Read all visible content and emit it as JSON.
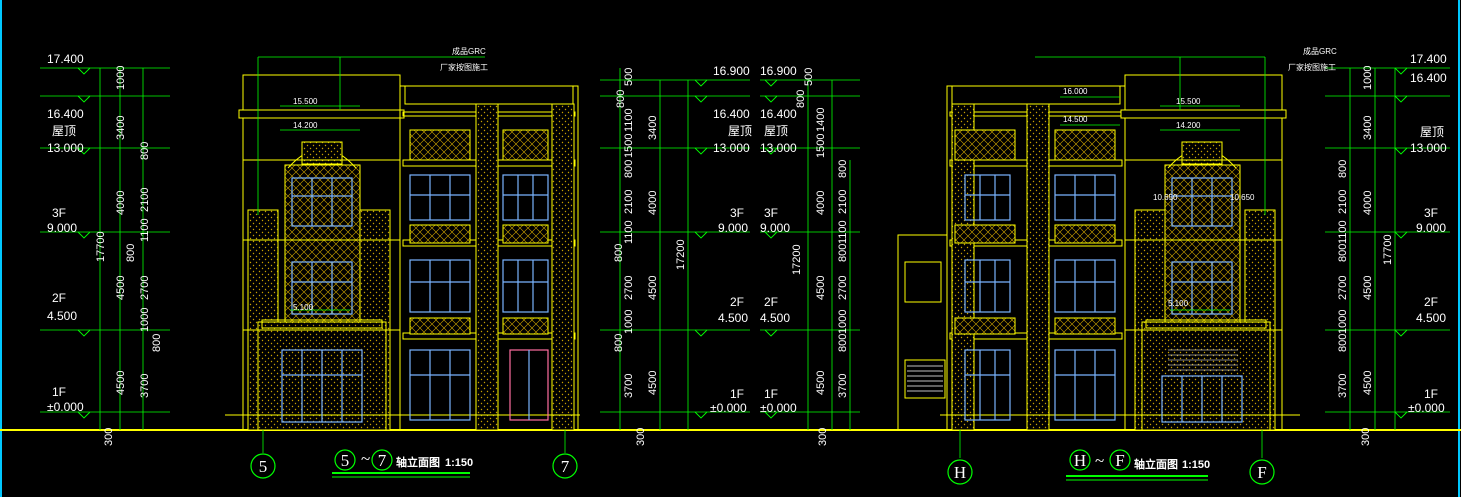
{
  "colors": {
    "background": "#000000",
    "level_text": "#ffffff",
    "dimension": "#00ff00",
    "building_outline": "#ffff00",
    "fill_hatch": "#c8a000",
    "window": "#7ab4ff",
    "title": "#ffffff",
    "viewport_border": "#00c8ff"
  },
  "left_elevation": {
    "title_prefix": "5",
    "title_sep": "~",
    "title_suffix": "7",
    "title_text": "轴立面图",
    "scale": "1:150",
    "axis_left": "5",
    "axis_right": "7",
    "note_grc": "成品GRC",
    "note_factory": "厂家按图施工",
    "elev_15500": "15.500",
    "elev_14200": "14.200",
    "elev_5100": "5.100",
    "left_levels": [
      {
        "value": "17.400",
        "label": ""
      },
      {
        "value": "16.400",
        "label": ""
      },
      {
        "value": "13.000",
        "label": "屋顶"
      },
      {
        "value": "9.000",
        "label": "3F"
      },
      {
        "value": "4.500",
        "label": "2F"
      },
      {
        "value": "±0.000",
        "label": "1F"
      }
    ],
    "left_dims_outer": [
      "1000",
      "3400",
      "4000",
      "4500",
      "4500"
    ],
    "left_dims_mid": [
      "800",
      "2100",
      "1100",
      "800",
      "2700",
      "1000",
      "800",
      "3700"
    ],
    "left_total": "17700",
    "left_base": "300",
    "right_levels": [
      {
        "value": "16.900",
        "label": ""
      },
      {
        "value": "16.400",
        "label": ""
      },
      {
        "value": "13.000",
        "label": "屋顶"
      },
      {
        "value": "9.000",
        "label": "3F"
      },
      {
        "value": "4.500",
        "label": "2F"
      },
      {
        "value": "±0.000",
        "label": "1F"
      }
    ],
    "right_dims_inner": [
      "500",
      "800",
      "1100",
      "1500",
      "800",
      "2100",
      "1100",
      "800",
      "2700",
      "1000",
      "800",
      "3700"
    ],
    "right_dims_outer": [
      "3400",
      "4000",
      "4500",
      "4500"
    ],
    "right_total": "17200",
    "right_base": "300"
  },
  "right_elevation": {
    "title_prefix": "H",
    "title_sep": "~",
    "title_suffix": "F",
    "title_text": "轴立面图",
    "scale": "1:150",
    "axis_left": "H",
    "axis_right": "F",
    "note_grc": "成品GRC",
    "note_factory": "厂家按图施工",
    "elev_16000": "16.000",
    "elev_15500": "15.500",
    "elev_14500": "14.500",
    "elev_14200": "14.200",
    "elev_10650a": "10.650",
    "elev_10650b": "10.650",
    "elev_5100": "5.100",
    "left_levels": [
      {
        "value": "16.900",
        "label": ""
      },
      {
        "value": "16.400",
        "label": ""
      },
      {
        "value": "13.000",
        "label": "屋顶"
      },
      {
        "value": "9.000",
        "label": "3F"
      },
      {
        "value": "4.500",
        "label": "2F"
      },
      {
        "value": "±0.000",
        "label": "1F"
      }
    ],
    "left_dims_inner": [
      "500",
      "800",
      "1400",
      "1500",
      "800",
      "2100",
      "1100",
      "800",
      "2700",
      "1000",
      "800",
      "3700"
    ],
    "left_dims_outer": [
      "4000",
      "4500",
      "4500"
    ],
    "left_total": "17200",
    "left_base": "300",
    "right_levels": [
      {
        "value": "17.400",
        "label": ""
      },
      {
        "value": "16.400",
        "label": ""
      },
      {
        "value": "13.000",
        "label": "屋顶"
      },
      {
        "value": "9.000",
        "label": "3F"
      },
      {
        "value": "4.500",
        "label": "2F"
      },
      {
        "value": "±0.000",
        "label": "1F"
      }
    ],
    "right_dims_outer": [
      "1000",
      "3400",
      "4000",
      "4500",
      "4500"
    ],
    "right_dims_mid": [
      "800",
      "2100",
      "1100",
      "800",
      "2700",
      "1000",
      "800",
      "3700"
    ],
    "right_total": "17700",
    "right_base": "300"
  }
}
